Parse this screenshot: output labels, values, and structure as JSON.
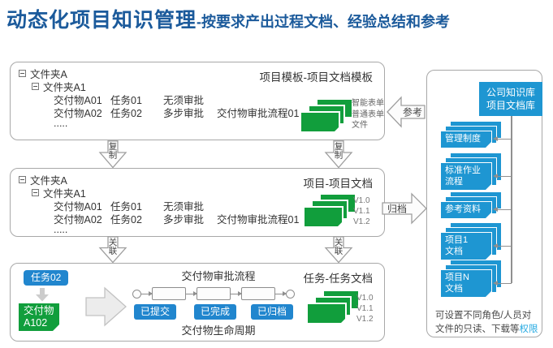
{
  "title": {
    "main": "动态化项目知识管理",
    "sub": "-按要求产出过程文档、经验总结和参考"
  },
  "tree": {
    "root": "文件夹A",
    "child": "文件夹A1",
    "rows": [
      {
        "deliverable": "交付物A01",
        "task": "任务01",
        "approval": "无须审批",
        "flow": ""
      },
      {
        "deliverable": "交付物A02",
        "task": "任务02",
        "approval": "多步审批",
        "flow": "交付物审批流程01"
      }
    ],
    "ellipsis": "....."
  },
  "boxes": {
    "template": {
      "caption": "项目模板-项目文档模板",
      "doc_types": "智能表单\n普通表单\n文件"
    },
    "project": {
      "caption": "项目-项目文档",
      "versions": "V1.0\nV1.1\nV1.2"
    },
    "task": {
      "caption": "任务-任务文档",
      "task_tag": "任务02",
      "deliverable_tag": "交付物\nA102",
      "approval_title": "交付物审批流程",
      "lifecycle_title": "交付物生命周期",
      "states": {
        "s0": "已提交",
        "s1": "已完成",
        "s2": "已归档"
      },
      "versions": "V1.0\nV1.1\nV1.2"
    }
  },
  "arrows": {
    "copy": "复制",
    "link": "关联",
    "reference": "参考",
    "archive": "归档"
  },
  "library": {
    "header": "公司知识库\n项目文档库",
    "items": {
      "i0": "管理制度",
      "i1": "标准作业\n流程",
      "i2": "参考资料",
      "i3": "项目1\n文档",
      "i4": "项目N\n文档"
    },
    "note_text": "可设置不同角色/人员对文件的只读、下载等",
    "note_highlight": "权限"
  },
  "colors": {
    "title_blue": "#1B5A9B",
    "card_green": "#119E3C",
    "button_blue": "#2186CE",
    "library_blue": "#1E96D2",
    "highlight_blue": "#29ABE2"
  }
}
